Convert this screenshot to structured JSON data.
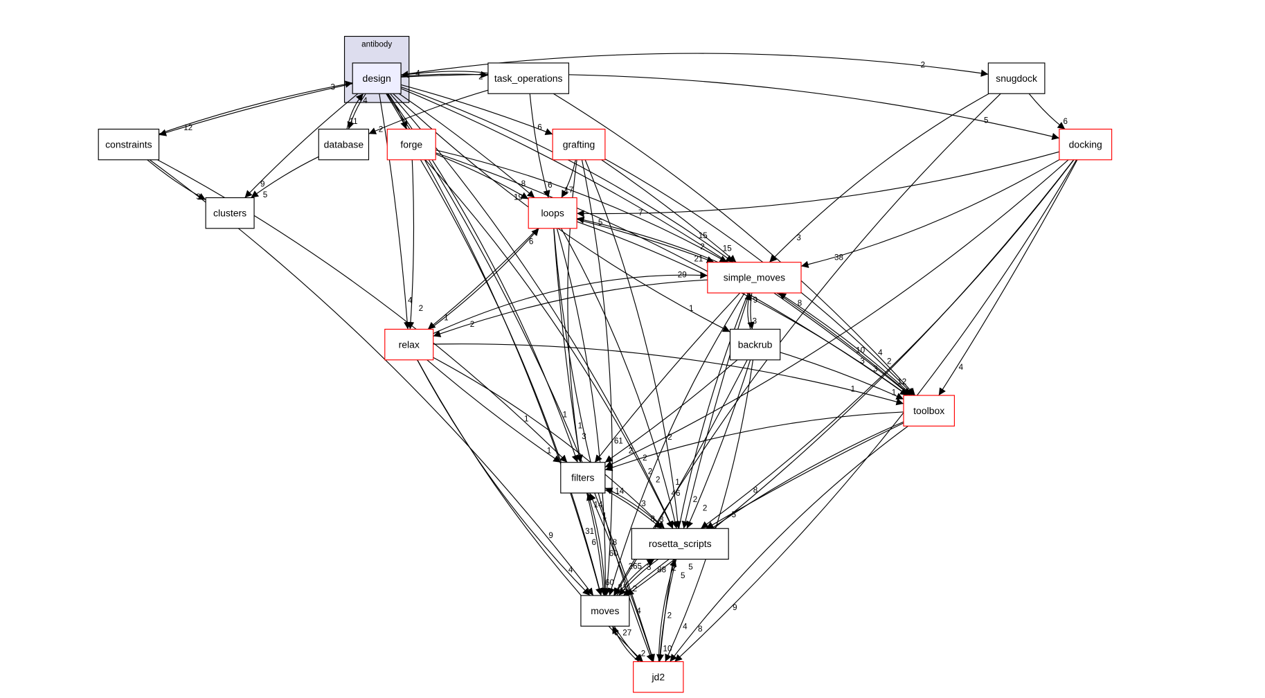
{
  "cluster": {
    "label": "antibody"
  },
  "nodes": {
    "design": {
      "label": "design",
      "style": "main"
    },
    "task_operations": {
      "label": "task_operations",
      "style": "plain"
    },
    "snugdock": {
      "label": "snugdock",
      "style": "plain"
    },
    "constraints": {
      "label": "constraints",
      "style": "plain"
    },
    "database": {
      "label": "database",
      "style": "plain"
    },
    "forge": {
      "label": "forge",
      "style": "red"
    },
    "grafting": {
      "label": "grafting",
      "style": "red"
    },
    "docking": {
      "label": "docking",
      "style": "red"
    },
    "clusters": {
      "label": "clusters",
      "style": "plain"
    },
    "loops": {
      "label": "loops",
      "style": "red"
    },
    "simple_moves": {
      "label": "simple_moves",
      "style": "red"
    },
    "relax": {
      "label": "relax",
      "style": "red"
    },
    "backrub": {
      "label": "backrub",
      "style": "plain"
    },
    "toolbox": {
      "label": "toolbox",
      "style": "red"
    },
    "filters": {
      "label": "filters",
      "style": "plain"
    },
    "rosetta_scripts": {
      "label": "rosetta_scripts",
      "style": "plain"
    },
    "moves": {
      "label": "moves",
      "style": "plain"
    },
    "jd2": {
      "label": "jd2",
      "style": "red"
    }
  },
  "edges": [
    {
      "from": "design",
      "to": "task_operations",
      "label": "2"
    },
    {
      "from": "task_operations",
      "to": "design",
      "label": "4"
    },
    {
      "from": "design",
      "to": "snugdock",
      "label": "2"
    },
    {
      "from": "design",
      "to": "constraints",
      "label": "12"
    },
    {
      "from": "constraints",
      "to": "design",
      "label": "3"
    },
    {
      "from": "design",
      "to": "database",
      "label": "11"
    },
    {
      "from": "database",
      "to": "design",
      "label": "4"
    },
    {
      "from": "design",
      "to": "forge",
      "label": "1"
    },
    {
      "from": "design",
      "to": "clusters",
      "label": "9"
    },
    {
      "from": "design",
      "to": "grafting",
      "label": "6"
    },
    {
      "from": "design",
      "to": "docking",
      "label": "5"
    },
    {
      "from": "design",
      "to": "loops",
      "label": "8"
    },
    {
      "from": "design",
      "to": "simple_moves",
      "label": "15"
    },
    {
      "from": "design",
      "to": "backrub",
      "label": "1"
    },
    {
      "from": "design",
      "to": "toolbox",
      "label": "10"
    },
    {
      "from": "design",
      "to": "relax",
      "label": "4"
    },
    {
      "from": "design",
      "to": "filters",
      "label": "1"
    },
    {
      "from": "design",
      "to": "moves",
      "label": "31"
    },
    {
      "from": "design",
      "to": "jd2",
      "label": "2"
    },
    {
      "from": "design",
      "to": "rosetta_scripts",
      "label": "2"
    },
    {
      "from": "constraints",
      "to": "clusters",
      "label": "3"
    },
    {
      "from": "constraints",
      "to": "filters",
      "label": "1"
    },
    {
      "from": "constraints",
      "to": "moves",
      "label": "9"
    },
    {
      "from": "task_operations",
      "to": "database",
      "label": "2"
    },
    {
      "from": "task_operations",
      "to": "loops",
      "label": "6"
    },
    {
      "from": "task_operations",
      "to": "toolbox",
      "label": "4"
    },
    {
      "from": "snugdock",
      "to": "docking",
      "label": "6"
    },
    {
      "from": "snugdock",
      "to": "simple_moves",
      "label": "3"
    },
    {
      "from": "snugdock",
      "to": "moves",
      "label": "8"
    },
    {
      "from": "database",
      "to": "clusters",
      "label": "5"
    },
    {
      "from": "forge",
      "to": "loops",
      "label": "19"
    },
    {
      "from": "forge",
      "to": "simple_moves",
      "label": "2"
    },
    {
      "from": "forge",
      "to": "relax",
      "label": "2"
    },
    {
      "from": "forge",
      "to": "toolbox",
      "label": "3"
    },
    {
      "from": "forge",
      "to": "rosetta_scripts",
      "label": "2"
    },
    {
      "from": "forge",
      "to": "moves",
      "label": "6"
    },
    {
      "from": "grafting",
      "to": "loops",
      "label": "17"
    },
    {
      "from": "grafting",
      "to": "filters",
      "label": "1"
    },
    {
      "from": "grafting",
      "to": "simple_moves",
      "label": "15"
    },
    {
      "from": "grafting",
      "to": "toolbox",
      "label": "2"
    },
    {
      "from": "grafting",
      "to": "rosetta_scripts",
      "label": "1"
    },
    {
      "from": "grafting",
      "to": "moves",
      "label": "8"
    },
    {
      "from": "docking",
      "to": "loops",
      "label": "7"
    },
    {
      "from": "docking",
      "to": "simple_moves",
      "label": "38"
    },
    {
      "from": "docking",
      "to": "toolbox",
      "label": "4"
    },
    {
      "from": "docking",
      "to": "filters",
      "label": "2"
    },
    {
      "from": "docking",
      "to": "rosetta_scripts",
      "label": "8"
    },
    {
      "from": "docking",
      "to": "moves",
      "label": "5"
    },
    {
      "from": "docking",
      "to": "jd2",
      "label": "9"
    },
    {
      "from": "loops",
      "to": "simple_moves",
      "label": "21"
    },
    {
      "from": "simple_moves",
      "to": "loops",
      "label": "5"
    },
    {
      "from": "loops",
      "to": "relax",
      "label": "1"
    },
    {
      "from": "relax",
      "to": "loops",
      "label": "6"
    },
    {
      "from": "loops",
      "to": "filters",
      "label": "3"
    },
    {
      "from": "loops",
      "to": "rosetta_scripts",
      "label": "46"
    },
    {
      "from": "loops",
      "to": "moves",
      "label": "60"
    },
    {
      "from": "loops",
      "to": "toolbox",
      "label": "3"
    },
    {
      "from": "loops",
      "to": "jd2",
      "label": "4"
    },
    {
      "from": "simple_moves",
      "to": "relax",
      "label": "2"
    },
    {
      "from": "relax",
      "to": "simple_moves",
      "label": "29"
    },
    {
      "from": "simple_moves",
      "to": "backrub",
      "label": "3"
    },
    {
      "from": "backrub",
      "to": "simple_moves",
      "label": "9"
    },
    {
      "from": "simple_moves",
      "to": "toolbox",
      "label": "12"
    },
    {
      "from": "toolbox",
      "to": "simple_moves",
      "label": "8"
    },
    {
      "from": "simple_moves",
      "to": "filters",
      "label": "61"
    },
    {
      "from": "simple_moves",
      "to": "rosetta_scripts",
      "label": "2"
    },
    {
      "from": "simple_moves",
      "to": "moves",
      "label": "265"
    },
    {
      "from": "simple_moves",
      "to": "jd2",
      "label": "2"
    },
    {
      "from": "relax",
      "to": "toolbox",
      "label": "1"
    },
    {
      "from": "relax",
      "to": "filters",
      "label": "1"
    },
    {
      "from": "relax",
      "to": "rosetta_scripts",
      "label": "3"
    },
    {
      "from": "relax",
      "to": "moves",
      "label": "4"
    },
    {
      "from": "relax",
      "to": "jd2",
      "label": "6"
    },
    {
      "from": "backrub",
      "to": "filters",
      "label": "2"
    },
    {
      "from": "backrub",
      "to": "rosetta_scripts",
      "label": "2"
    },
    {
      "from": "backrub",
      "to": "moves",
      "label": "3"
    },
    {
      "from": "backrub",
      "to": "jd2",
      "label": "4"
    },
    {
      "from": "backrub",
      "to": "toolbox",
      "label": "1"
    },
    {
      "from": "toolbox",
      "to": "filters",
      "label": "2"
    },
    {
      "from": "toolbox",
      "to": "rosetta_scripts",
      "label": "5"
    },
    {
      "from": "toolbox",
      "to": "moves",
      "label": "88"
    },
    {
      "from": "toolbox",
      "to": "jd2",
      "label": "8"
    },
    {
      "from": "filters",
      "to": "rosetta_scripts",
      "label": "3"
    },
    {
      "from": "rosetta_scripts",
      "to": "filters",
      "label": "14"
    },
    {
      "from": "filters",
      "to": "moves",
      "label": "60"
    },
    {
      "from": "moves",
      "to": "filters",
      "label": "14"
    },
    {
      "from": "rosetta_scripts",
      "to": "moves",
      "label": "31"
    },
    {
      "from": "moves",
      "to": "rosetta_scripts",
      "label": "2"
    },
    {
      "from": "rosetta_scripts",
      "to": "jd2",
      "label": "10"
    },
    {
      "from": "jd2",
      "to": "rosetta_scripts",
      "label": "5"
    },
    {
      "from": "moves",
      "to": "jd2",
      "label": "2"
    },
    {
      "from": "jd2",
      "to": "moves",
      "label": "27"
    },
    {
      "from": "jd2",
      "to": "filters",
      "label": "1"
    }
  ]
}
